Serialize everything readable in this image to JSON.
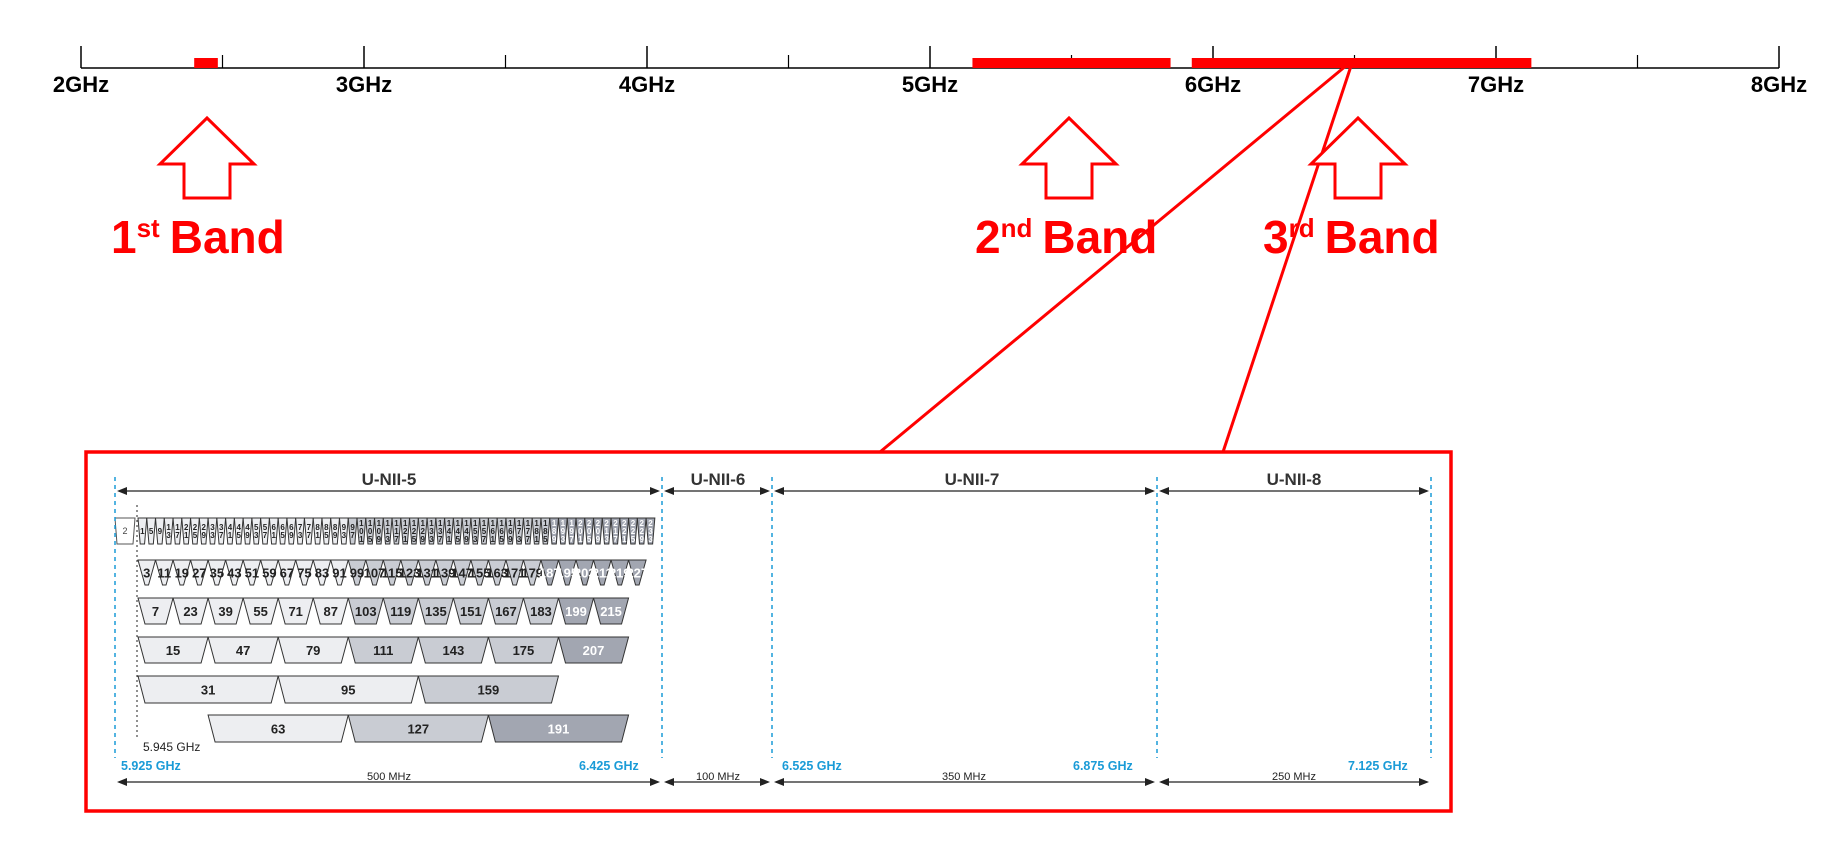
{
  "spectrum_axis": {
    "ticks": [
      {
        "label": "2GHz",
        "ghz": 2
      },
      {
        "label": "3GHz",
        "ghz": 3
      },
      {
        "label": "4GHz",
        "ghz": 4
      },
      {
        "label": "5GHz",
        "ghz": 5
      },
      {
        "label": "6GHz",
        "ghz": 6
      },
      {
        "label": "7GHz",
        "ghz": 7
      },
      {
        "label": "8GHz",
        "ghz": 8
      }
    ],
    "minor_ticks_ghz": [
      2.5,
      3.5,
      4.5,
      5.5,
      6.5,
      7.5
    ],
    "bands_ghz": [
      [
        2.4,
        2.4835
      ],
      [
        5.15,
        5.85
      ],
      [
        5.925,
        7.125
      ]
    ]
  },
  "band_labels": [
    {
      "num": "1",
      "sup": "st",
      "word": "Band"
    },
    {
      "num": "2",
      "sup": "nd",
      "word": "Band"
    },
    {
      "num": "3",
      "sup": "rd",
      "word": "Band"
    }
  ],
  "unii_segments": [
    "U-NII-5",
    "U-NII-6",
    "U-NII-7",
    "U-NII-8"
  ],
  "freq_labels": {
    "f5925": "5.925 GHz",
    "f5945": "5.945 GHz",
    "f6425": "6.425 GHz",
    "f6525": "6.525 GHz",
    "f6875": "6.875 GHz",
    "f7125": "7.125 GHz"
  },
  "span_labels": [
    "500 MHz",
    "100 MHz",
    "350 MHz",
    "250 MHz"
  ],
  "channels": {
    "ch20_first": "2",
    "ch20": [
      1,
      5,
      9,
      13,
      17,
      21,
      25,
      29,
      33,
      37,
      41,
      45,
      49,
      53,
      57,
      61,
      65,
      69,
      73,
      77,
      81,
      85,
      89,
      93,
      97,
      101,
      105,
      109,
      113,
      117,
      121,
      125,
      129,
      133,
      137,
      141,
      145,
      149,
      153,
      157,
      161,
      165,
      169,
      173,
      177,
      181,
      185,
      189,
      193,
      197,
      201,
      205,
      209,
      213,
      217,
      221,
      225,
      229,
      233
    ],
    "ch40": [
      3,
      11,
      19,
      27,
      35,
      43,
      51,
      59,
      67,
      75,
      83,
      91,
      99,
      107,
      115,
      123,
      131,
      139,
      147,
      155,
      163,
      171,
      179,
      187,
      195,
      203,
      211,
      219,
      227
    ],
    "ch80": [
      7,
      23,
      39,
      55,
      71,
      87,
      103,
      119,
      135,
      151,
      167,
      183,
      199,
      215
    ],
    "ch160": [
      15,
      47,
      79,
      111,
      143,
      175,
      207
    ],
    "ch320a": [
      31,
      95,
      159
    ],
    "ch320b": [
      63,
      127,
      191
    ]
  },
  "colors": {
    "accent_red": "#ff0000",
    "unii5_fill": "#edeef1",
    "unii67_fill": "#c9ccd3",
    "unii8_fill": "#a2a6b1",
    "divider_blue": "#1a9bd7",
    "freq_label_blue": "#1a9bd7"
  }
}
